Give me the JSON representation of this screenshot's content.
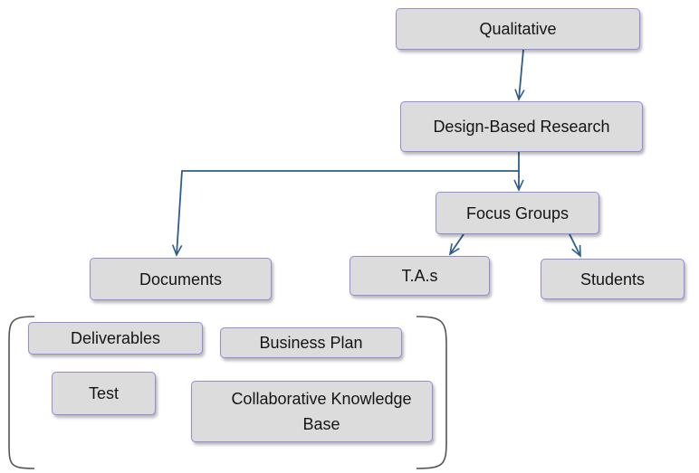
{
  "colors": {
    "node_fill": "#dcdcdc",
    "node_border": "#8e8be0",
    "connector": "#2f5d8c",
    "bracket": "#555555",
    "text": "#141414"
  },
  "nodes": {
    "qualitative": "Qualitative",
    "design_based_research": "Design-Based Research",
    "focus_groups": "Focus Groups",
    "documents": "Documents",
    "tas": "T.A.s",
    "students": "Students",
    "deliverables": "Deliverables",
    "business_plan": "Business Plan",
    "test": "Test",
    "collaborative_kb": "Collaborative Knowledge Base"
  }
}
